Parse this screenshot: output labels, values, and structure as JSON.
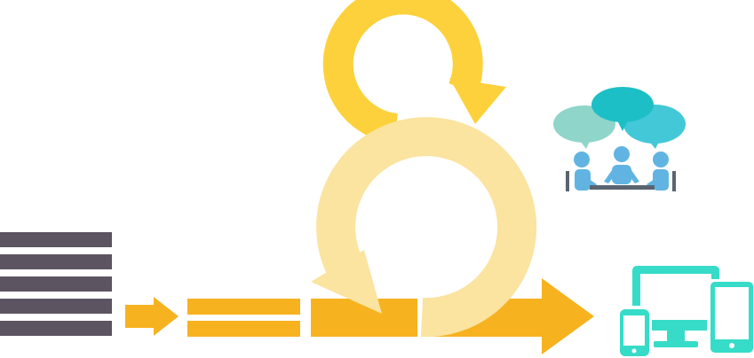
{
  "diagram": {
    "stages": [
      {
        "id": "product-backlog",
        "icon": "stacked-bars-icon"
      },
      {
        "id": "handoff-arrow",
        "icon": "small-arrow-icon"
      },
      {
        "id": "sprint-backlog",
        "icon": "double-bars-icon"
      },
      {
        "id": "daily-cycle",
        "icon": "daily-loop-arrow-icon"
      },
      {
        "id": "sprint-cycle",
        "icon": "sprint-loop-arrow-icon"
      },
      {
        "id": "flow-arrow",
        "icon": "big-arrow-icon"
      },
      {
        "id": "team-meeting",
        "icon": "team-discussion-icon"
      },
      {
        "id": "increment",
        "icon": "devices-icon"
      }
    ]
  },
  "colors": {
    "backlog": "#5c5561",
    "flow_orange": "#f7b21f",
    "daily_loop": "#fdd13b",
    "sprint_loop": "#fbe3a0",
    "team_blue": "#61b4e2",
    "team_desk": "#5a6470",
    "bubble_mint": "#8fd5c9",
    "bubble_teal": "#1dbfc6",
    "bubble_cyan": "#43c8d8",
    "devices": "#36dcc8"
  }
}
